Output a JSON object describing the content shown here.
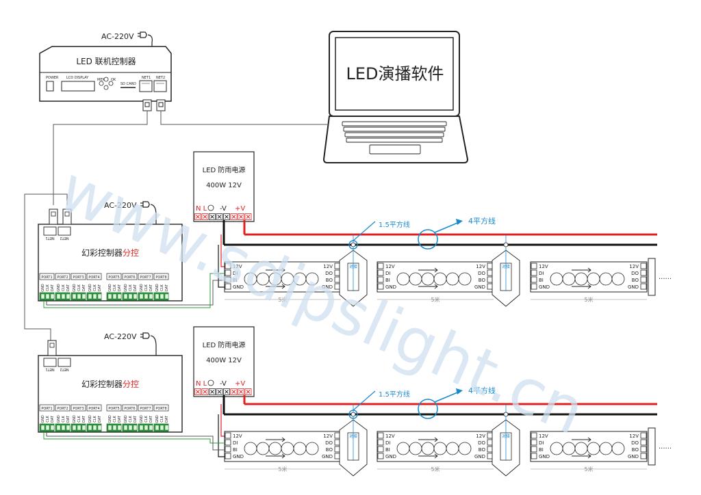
{
  "watermark": "www.sdipslight.cn",
  "laptop": {
    "title": "LED演播软件"
  },
  "main_controller": {
    "ac_label": "AC-220V",
    "title": "LED 联机控制器",
    "power_label": "POWER",
    "lcd_label": "LCD DISPLAY",
    "menu_label": "MENU",
    "ok_label": "OK",
    "sd_label": "SD CARD",
    "net1_label": "NET1",
    "net2_label": "NET2"
  },
  "sub_controller": {
    "ac_label": "AC-220V",
    "title_main": "幻彩控制器",
    "title_accent": "分控",
    "net_labels": [
      "NET1",
      "NET2"
    ],
    "ports": [
      "PORT1",
      "PORT2",
      "PORT3",
      "PORT4",
      "PORT5",
      "PORT6",
      "PORT7",
      "PORT8"
    ],
    "pins": [
      "GND",
      "CLK",
      "DAT"
    ]
  },
  "power_supply": {
    "title": "LED 防雨电源",
    "spec": "400W   12V",
    "terminal_left": "N L",
    "terminal_neg": "-V",
    "terminal_pos": "+V"
  },
  "strip": {
    "pins_in": [
      "12V",
      "DI",
      "BI",
      "GND"
    ],
    "pins_out": [
      "12V",
      "DO",
      "BO",
      "GND"
    ],
    "length": "5米",
    "joint": "对接",
    "ellipsis": "......"
  },
  "wire_labels": {
    "thin": "1.5平方线",
    "thick": "4平方线"
  },
  "colors": {
    "red_wire": "#e02020",
    "black_wire": "#111111",
    "accent": "#1a8ad0",
    "green_wire": "#2a9a3a"
  }
}
